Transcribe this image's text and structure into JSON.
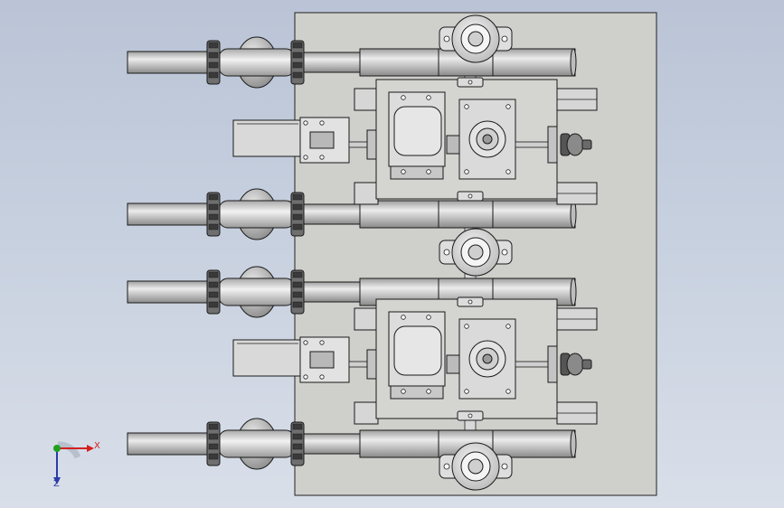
{
  "viewport": {
    "background_top": "#bac4d6",
    "background_bottom": "#d9dfe9"
  },
  "model": {
    "plate_color": "#cfcfcb",
    "line_color": "#1a1a1a",
    "pipe_color": "#c9c9c9",
    "lower_units_count": 2,
    "pipe_rows_count": 4
  },
  "triad": {
    "x_label": "X",
    "z_label": "Z",
    "x_color": "#d42020",
    "y_color": "#20a020",
    "z_color": "#2a3da8"
  }
}
